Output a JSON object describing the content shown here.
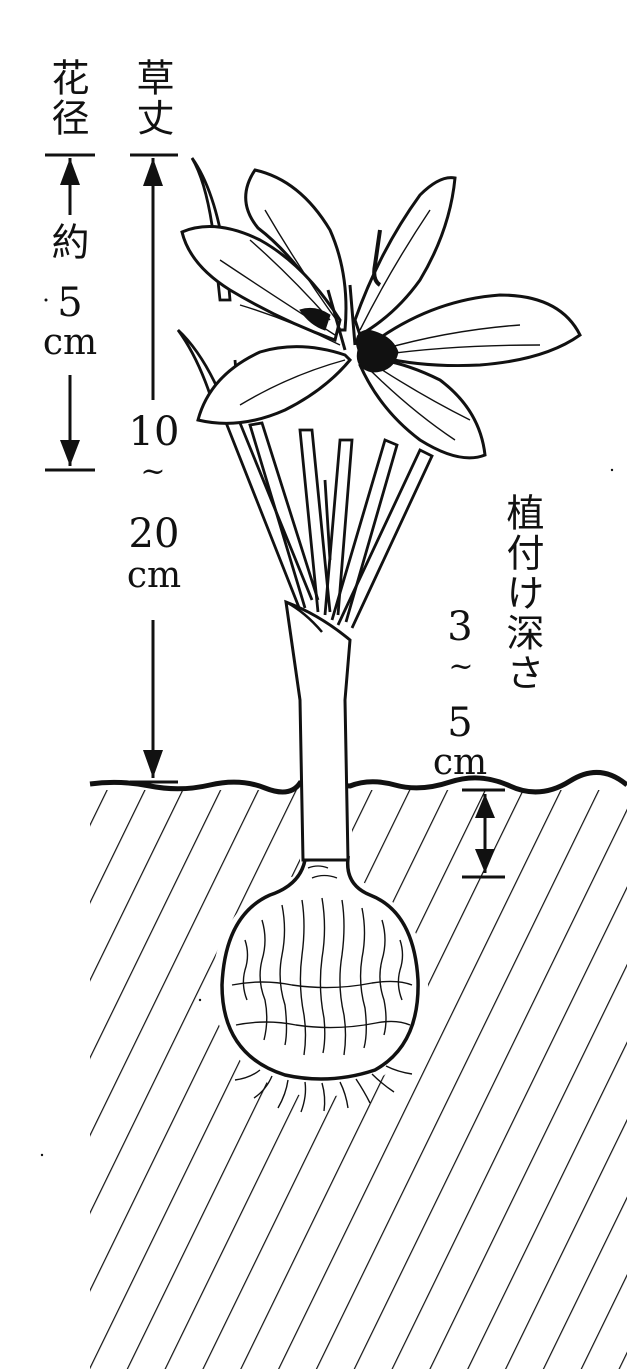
{
  "flower_diameter": {
    "label": "花径",
    "prefix": "約",
    "value": "5",
    "unit": "cm"
  },
  "plant_height": {
    "label": "草丈",
    "min": "10",
    "separator": "~",
    "max": "20",
    "unit": "cm"
  },
  "planting_depth": {
    "label": "植付け深さ",
    "min": "3",
    "separator": "~",
    "max": "5",
    "unit": "cm"
  }
}
